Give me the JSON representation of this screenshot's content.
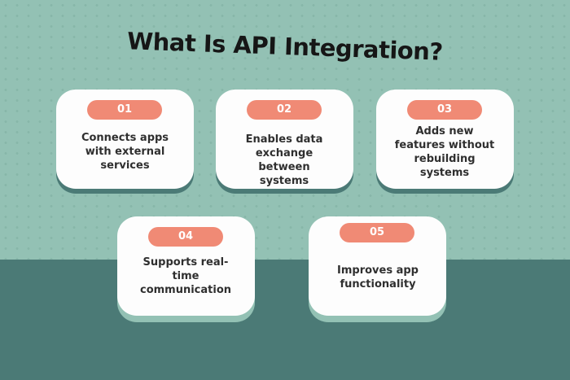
{
  "title": "What Is API Integration?",
  "colors": {
    "background": "#93c1b4",
    "band": "#4b7a76",
    "accent": "#f08a75",
    "card": "#fdfdfd"
  },
  "items": [
    {
      "number": "01",
      "text": "Connects apps with external services"
    },
    {
      "number": "02",
      "text": "Enables data exchange between systems"
    },
    {
      "number": "03",
      "text": "Adds new features without rebuilding systems"
    },
    {
      "number": "04",
      "text": "Supports real-time communication"
    },
    {
      "number": "05",
      "text": "Improves app functionality"
    }
  ]
}
